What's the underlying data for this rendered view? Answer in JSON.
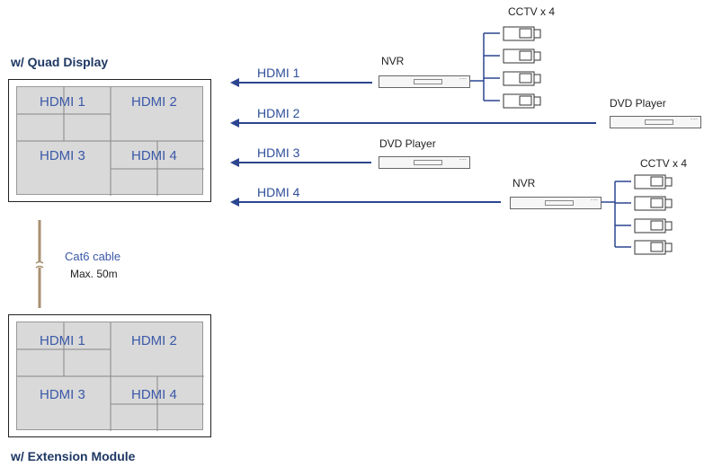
{
  "titles": {
    "top": "w/ Quad Display",
    "bottom": "w/ Extension Module"
  },
  "quad_labels": [
    "HDMI 1",
    "HDMI 2",
    "HDMI 3",
    "HDMI 4"
  ],
  "arrows": [
    "HDMI 1",
    "HDMI 2",
    "HDMI 3",
    "HDMI 4"
  ],
  "sources": {
    "nvr1": "NVR",
    "cctv1": "CCTV x 4",
    "dvd1": "DVD Player",
    "dvd2": "DVD Player",
    "nvr2": "NVR",
    "cctv2": "CCTV x 4"
  },
  "cable": {
    "name": "Cat6 cable",
    "length": "Max. 50m"
  },
  "colors": {
    "arrow": "#2b4590",
    "title": "#1f3864",
    "cable": "#a89070"
  },
  "icons": [
    "camera-icon",
    "nvr-icon",
    "dvd-player-icon",
    "cable-break-icon"
  ]
}
